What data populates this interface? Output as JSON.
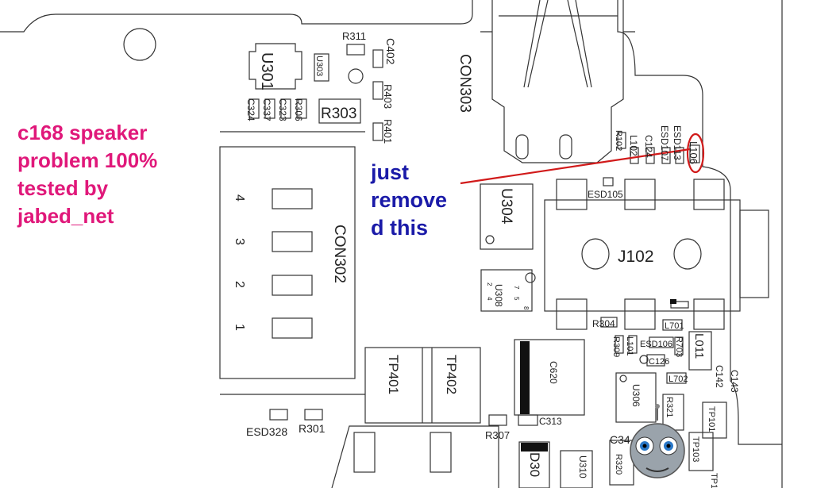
{
  "annotation": {
    "left_lines": [
      "c168 speaker",
      "problem 100%",
      "tested by",
      "jabed_net"
    ],
    "right_lines": [
      "just",
      "remove",
      "d this"
    ],
    "left_color": "#e0187a",
    "right_color": "#1a1aa8",
    "pointer_color": "#d11a1a"
  },
  "components": {
    "u301": "U301",
    "u303": "U303",
    "r311": "R311",
    "c402": "C402",
    "r403": "R403",
    "r401": "R401",
    "r303": "R303",
    "c324": "C324",
    "c337": "C337",
    "c323": "C323",
    "r306": "R306",
    "con303": "CON303",
    "con302": "CON302",
    "pin4": "4",
    "pin3": "3",
    "pin2": "2",
    "pin1": "1",
    "r102": "R102",
    "l102": "L102",
    "c124": "C124",
    "esd107": "ESD107",
    "esd113": "ESD113",
    "l106": "L106",
    "esd105": "ESD105",
    "u304": "U304",
    "j102": "J102",
    "u308": "U308",
    "r304": "R304",
    "l701": "L701",
    "r309": "R309",
    "l101": "L101",
    "esd106": "ESD106",
    "r703": "R703",
    "l011": "L011",
    "c126": "C126",
    "l702": "L702",
    "c142": "C142",
    "c143": "C143",
    "c620": "C620",
    "u306": "U306",
    "r321": "R321",
    "tp101": "TP101",
    "tp401": "TP401",
    "tp402": "TP402",
    "c313": "C313",
    "esd328": "ESD328",
    "r301": "R301",
    "r307": "R307",
    "c34": "C34",
    "tp103": "TP103",
    "d30": "D30",
    "u310": "U310",
    "r320": "R320",
    "tp1": "TP1",
    "u308pins": [
      "2",
      "4",
      "7",
      "5",
      "8"
    ]
  }
}
